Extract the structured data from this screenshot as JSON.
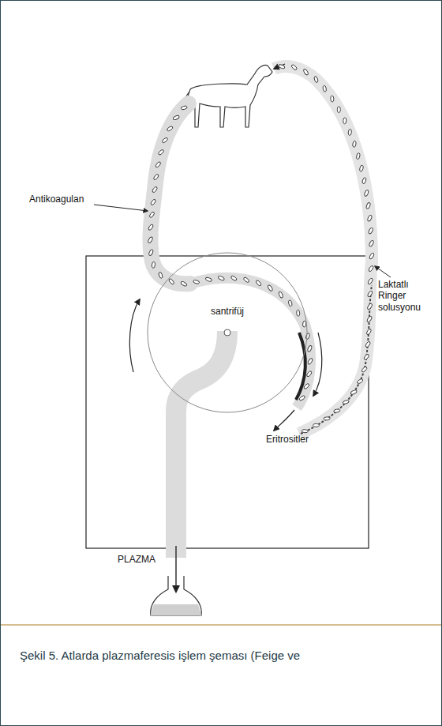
{
  "diagram": {
    "caption": "Şekil 5. Atlarda plazmaferesis işlem şeması (Feige ve",
    "nodes": [
      {
        "text": [
          "santrifüj"
        ]
      }
    ],
    "labels": [
      "Antikoagulan",
      "Laktatlı Ringer solusyonu",
      "Eritrositler",
      "PLAZMA"
    ]
  }
}
